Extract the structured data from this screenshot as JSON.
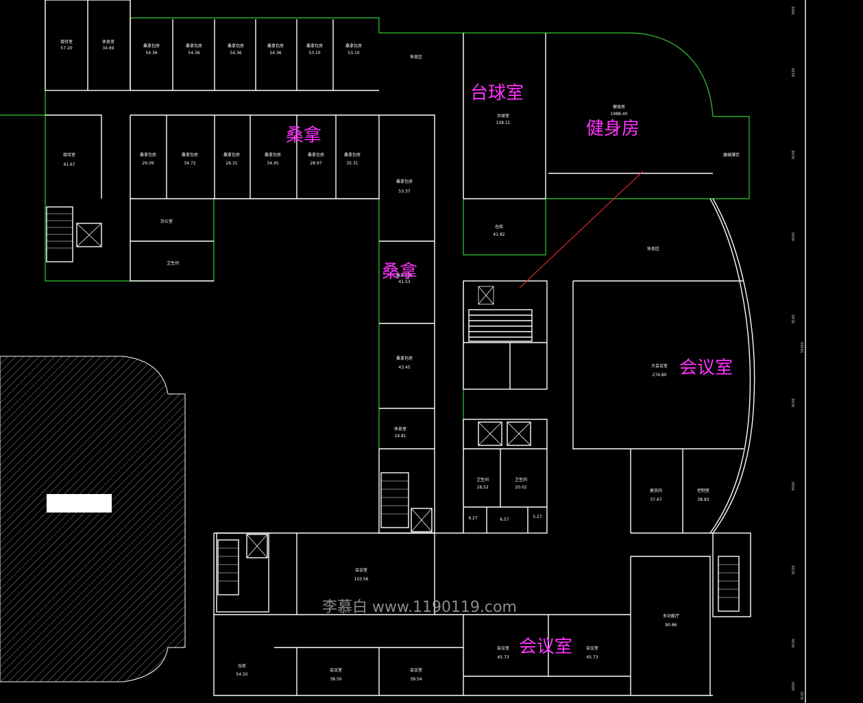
{
  "labels": {
    "billiard": "台球室",
    "gym": "健身房",
    "sauna_1": "桑拿",
    "sauna_2": "桑拿",
    "meeting_1": "会议室",
    "meeting_2": "会议室"
  },
  "watermark": "李慕白 www.1190119.com",
  "colors": {
    "background": "#000000",
    "wall": "#ffffff",
    "outline": "#33cc33",
    "accent": "#ff33ff",
    "redline": "#ff3333"
  },
  "rooms": [
    {
      "name": "接待室",
      "area": "57.20"
    },
    {
      "name": "休息室",
      "area": "34.69"
    },
    {
      "name": "桑拿包房",
      "area": "54.36"
    },
    {
      "name": "桑拿包房",
      "area": "54.36"
    },
    {
      "name": "桑拿包房",
      "area": "54.36"
    },
    {
      "name": "桑拿包房",
      "area": "54.36"
    },
    {
      "name": "桑拿包房",
      "area": "53.10"
    },
    {
      "name": "桑拿包房",
      "area": "53.10"
    },
    {
      "name": "休息区",
      "area": ""
    },
    {
      "name": "台球室",
      "area": "128.11"
    },
    {
      "name": "健身房",
      "area": "1988.40"
    },
    {
      "name": "器械储存",
      "area": ""
    },
    {
      "name": "接待室",
      "area": "41.67"
    },
    {
      "name": "桑拿包房",
      "area": "26.09"
    },
    {
      "name": "桑拿包房",
      "area": "34.72"
    },
    {
      "name": "桑拿包房",
      "area": "26.31"
    },
    {
      "name": "桑拿包房",
      "area": "34.45"
    },
    {
      "name": "桑拿包房",
      "area": "28.97"
    },
    {
      "name": "桑拿包房",
      "area": "35.31"
    },
    {
      "name": "桑拿包房",
      "area": "53.37"
    },
    {
      "name": "办公室",
      "area": ""
    },
    {
      "name": "卫生间",
      "area": ""
    },
    {
      "name": "仓库",
      "area": "41.82"
    },
    {
      "name": "休息区",
      "area": ""
    },
    {
      "name": "桑拿包房",
      "area": "41.53"
    },
    {
      "name": "桑拿包房",
      "area": "43.45"
    },
    {
      "name": "休息室",
      "area": "19.81"
    },
    {
      "name": "大会议室",
      "area": "274.80"
    },
    {
      "name": "卫生间",
      "area": "18.52"
    },
    {
      "name": "卫生间",
      "area": "20.02"
    },
    {
      "name": "",
      "area": "6.27"
    },
    {
      "name": "",
      "area": "6.57"
    },
    {
      "name": "",
      "area": "5.27"
    },
    {
      "name": "更衣间",
      "area": "37.67"
    },
    {
      "name": "控制室",
      "area": "38.83"
    },
    {
      "name": "会议室",
      "area": "103.56"
    },
    {
      "name": "多功能厅",
      "area": "90.86"
    },
    {
      "name": "仓库",
      "area": "54.50"
    },
    {
      "name": "会议室",
      "area": "38.50"
    },
    {
      "name": "会议室",
      "area": "39.54"
    },
    {
      "name": "会议室",
      "area": "45.73"
    },
    {
      "name": "会议室",
      "area": "45.73"
    }
  ],
  "dimensions": [
    "3900",
    "8100",
    "8100",
    "4500",
    "8100",
    "8100",
    "4500",
    "8100",
    "8100",
    "6600",
    "3100",
    "56400"
  ]
}
